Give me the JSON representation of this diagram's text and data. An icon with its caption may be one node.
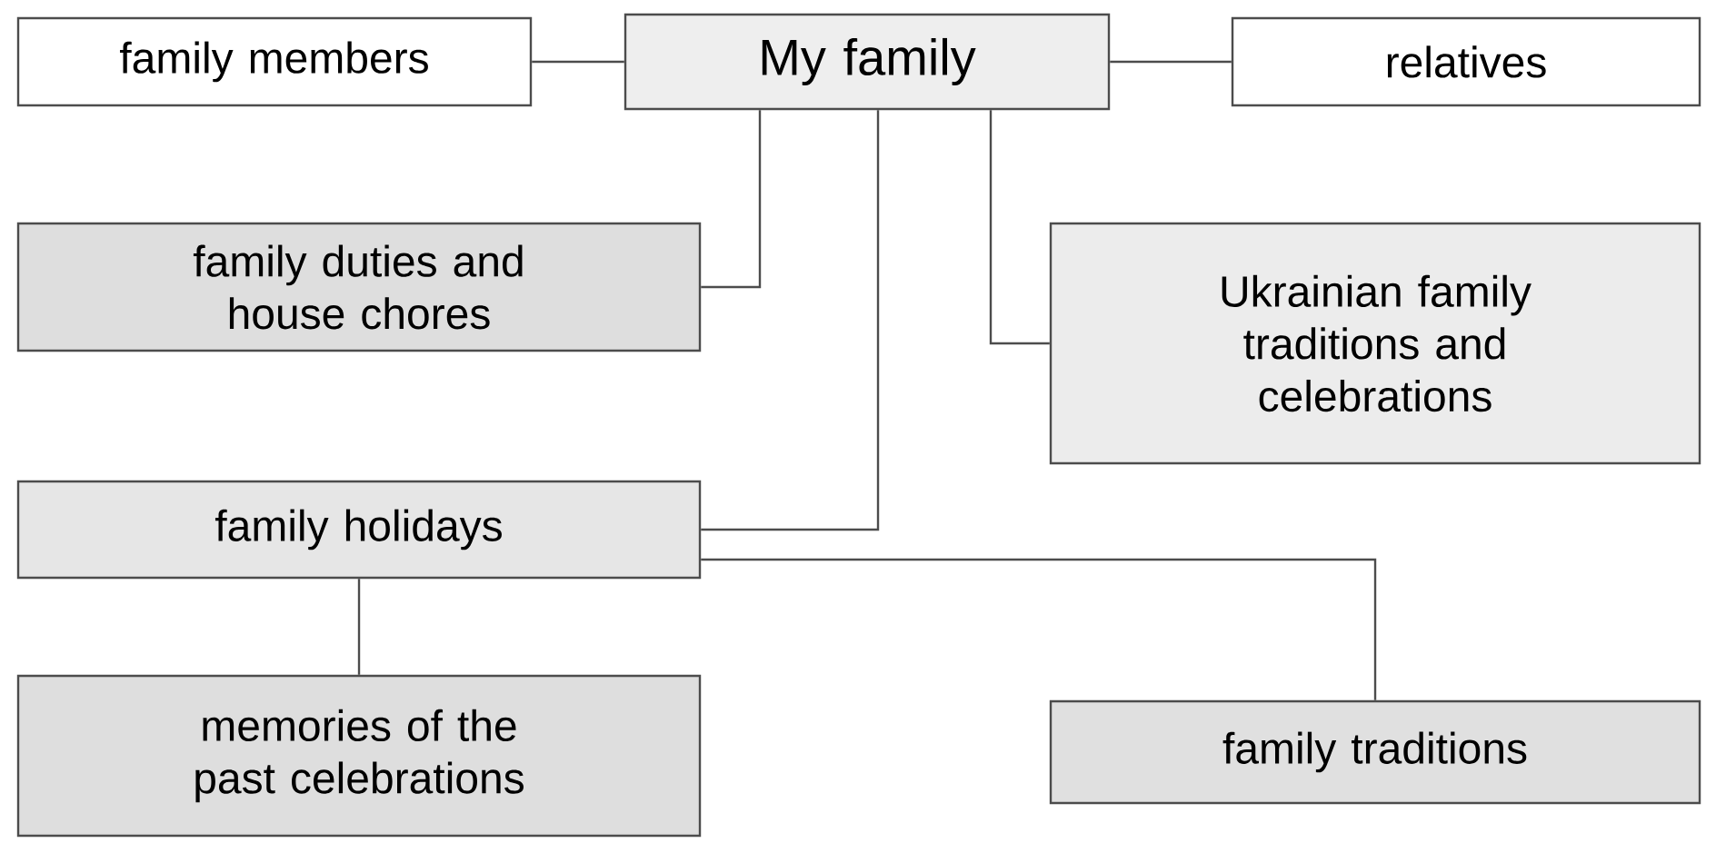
{
  "diagram": {
    "nodes": [
      {
        "text": [
          "family members"
        ]
      },
      {
        "text": [
          "My family"
        ]
      },
      {
        "text": [
          "relatives"
        ]
      },
      {
        "text": [
          "family duties and house chores"
        ]
      },
      {
        "text": [
          "Ukrainian family traditions and celebrations"
        ]
      },
      {
        "text": [
          "family holidays"
        ]
      },
      {
        "text": [
          "memories of the past celebrations"
        ]
      },
      {
        "text": [
          "family traditions"
        ]
      }
    ],
    "edges": [
      {
        "from": 0,
        "to": 1,
        "arrow": "none"
      },
      {
        "from": 1,
        "to": 2,
        "arrow": "none"
      },
      {
        "from": 1,
        "to": 3,
        "arrow": "none"
      },
      {
        "from": 1,
        "to": 4,
        "arrow": "none"
      },
      {
        "from": 1,
        "to": 5,
        "arrow": "none"
      },
      {
        "from": 5,
        "to": 6,
        "arrow": "none"
      },
      {
        "from": 5,
        "to": 7,
        "arrow": "none"
      }
    ]
  }
}
